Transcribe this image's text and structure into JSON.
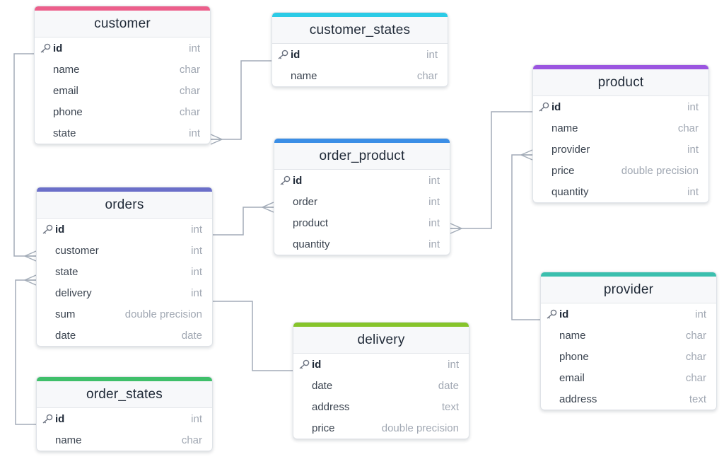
{
  "diagram": {
    "tables": [
      {
        "name": "customer",
        "color": "#ec5f8b",
        "fields": [
          {
            "name": "id",
            "type": "int",
            "pk": true
          },
          {
            "name": "name",
            "type": "char"
          },
          {
            "name": "email",
            "type": "char"
          },
          {
            "name": "phone",
            "type": "char"
          },
          {
            "name": "state",
            "type": "int"
          }
        ]
      },
      {
        "name": "customer_states",
        "color": "#2bcbe6",
        "fields": [
          {
            "name": "id",
            "type": "int",
            "pk": true
          },
          {
            "name": "name",
            "type": "char"
          }
        ]
      },
      {
        "name": "product",
        "color": "#9b55e0",
        "fields": [
          {
            "name": "id",
            "type": "int",
            "pk": true
          },
          {
            "name": "name",
            "type": "char"
          },
          {
            "name": "provider",
            "type": "int"
          },
          {
            "name": "price",
            "type": "double precision"
          },
          {
            "name": "quantity",
            "type": "int"
          }
        ]
      },
      {
        "name": "order_product",
        "color": "#3b8ee6",
        "fields": [
          {
            "name": "id",
            "type": "int",
            "pk": true
          },
          {
            "name": "order",
            "type": "int"
          },
          {
            "name": "product",
            "type": "int"
          },
          {
            "name": "quantity",
            "type": "int"
          }
        ]
      },
      {
        "name": "orders",
        "color": "#6b6fc9",
        "fields": [
          {
            "name": "id",
            "type": "int",
            "pk": true
          },
          {
            "name": "customer",
            "type": "int"
          },
          {
            "name": "state",
            "type": "int"
          },
          {
            "name": "delivery",
            "type": "int"
          },
          {
            "name": "sum",
            "type": "double precision"
          },
          {
            "name": "date",
            "type": "date"
          }
        ]
      },
      {
        "name": "provider",
        "color": "#3bbfae",
        "fields": [
          {
            "name": "id",
            "type": "int",
            "pk": true
          },
          {
            "name": "name",
            "type": "char"
          },
          {
            "name": "phone",
            "type": "char"
          },
          {
            "name": "email",
            "type": "char"
          },
          {
            "name": "address",
            "type": "text"
          }
        ]
      },
      {
        "name": "delivery",
        "color": "#86c42a",
        "fields": [
          {
            "name": "id",
            "type": "int",
            "pk": true
          },
          {
            "name": "date",
            "type": "date"
          },
          {
            "name": "address",
            "type": "text"
          },
          {
            "name": "price",
            "type": "double precision"
          }
        ]
      },
      {
        "name": "order_states",
        "color": "#3fbf6a",
        "fields": [
          {
            "name": "id",
            "type": "int",
            "pk": true
          },
          {
            "name": "name",
            "type": "char"
          }
        ]
      }
    ],
    "line_color": "#a3acb8",
    "relationships": [
      {
        "from": "customer.state",
        "to": "customer_states.id"
      },
      {
        "from": "orders.customer",
        "to": "customer.id"
      },
      {
        "from": "orders.state",
        "to": "order_states.id"
      },
      {
        "from": "orders.delivery",
        "to": "delivery.id"
      },
      {
        "from": "order_product.order",
        "to": "orders.id"
      },
      {
        "from": "order_product.product",
        "to": "product.id"
      },
      {
        "from": "product.provider",
        "to": "provider.id"
      }
    ]
  }
}
